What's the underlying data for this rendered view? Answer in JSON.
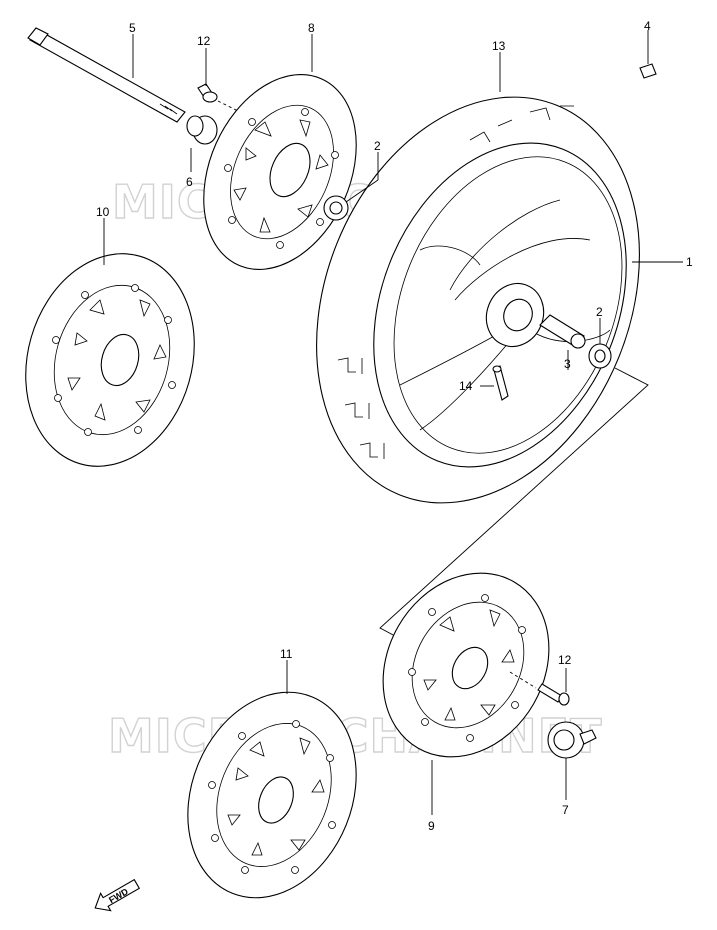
{
  "watermark": "MICROFICHAS.NET",
  "callouts": [
    {
      "id": "c1",
      "text": "1"
    },
    {
      "id": "c2a",
      "text": "2"
    },
    {
      "id": "c2b",
      "text": "2"
    },
    {
      "id": "c3",
      "text": "3"
    },
    {
      "id": "c4",
      "text": "4"
    },
    {
      "id": "c5",
      "text": "5"
    },
    {
      "id": "c6",
      "text": "6"
    },
    {
      "id": "c7",
      "text": "7"
    },
    {
      "id": "c8",
      "text": "8"
    },
    {
      "id": "c9",
      "text": "9"
    },
    {
      "id": "c10",
      "text": "10"
    },
    {
      "id": "c11",
      "text": "11"
    },
    {
      "id": "c12a",
      "text": "12"
    },
    {
      "id": "c12b",
      "text": "12"
    },
    {
      "id": "c13",
      "text": "13"
    },
    {
      "id": "c14",
      "text": "14"
    }
  ],
  "fwd_label": "FWD"
}
